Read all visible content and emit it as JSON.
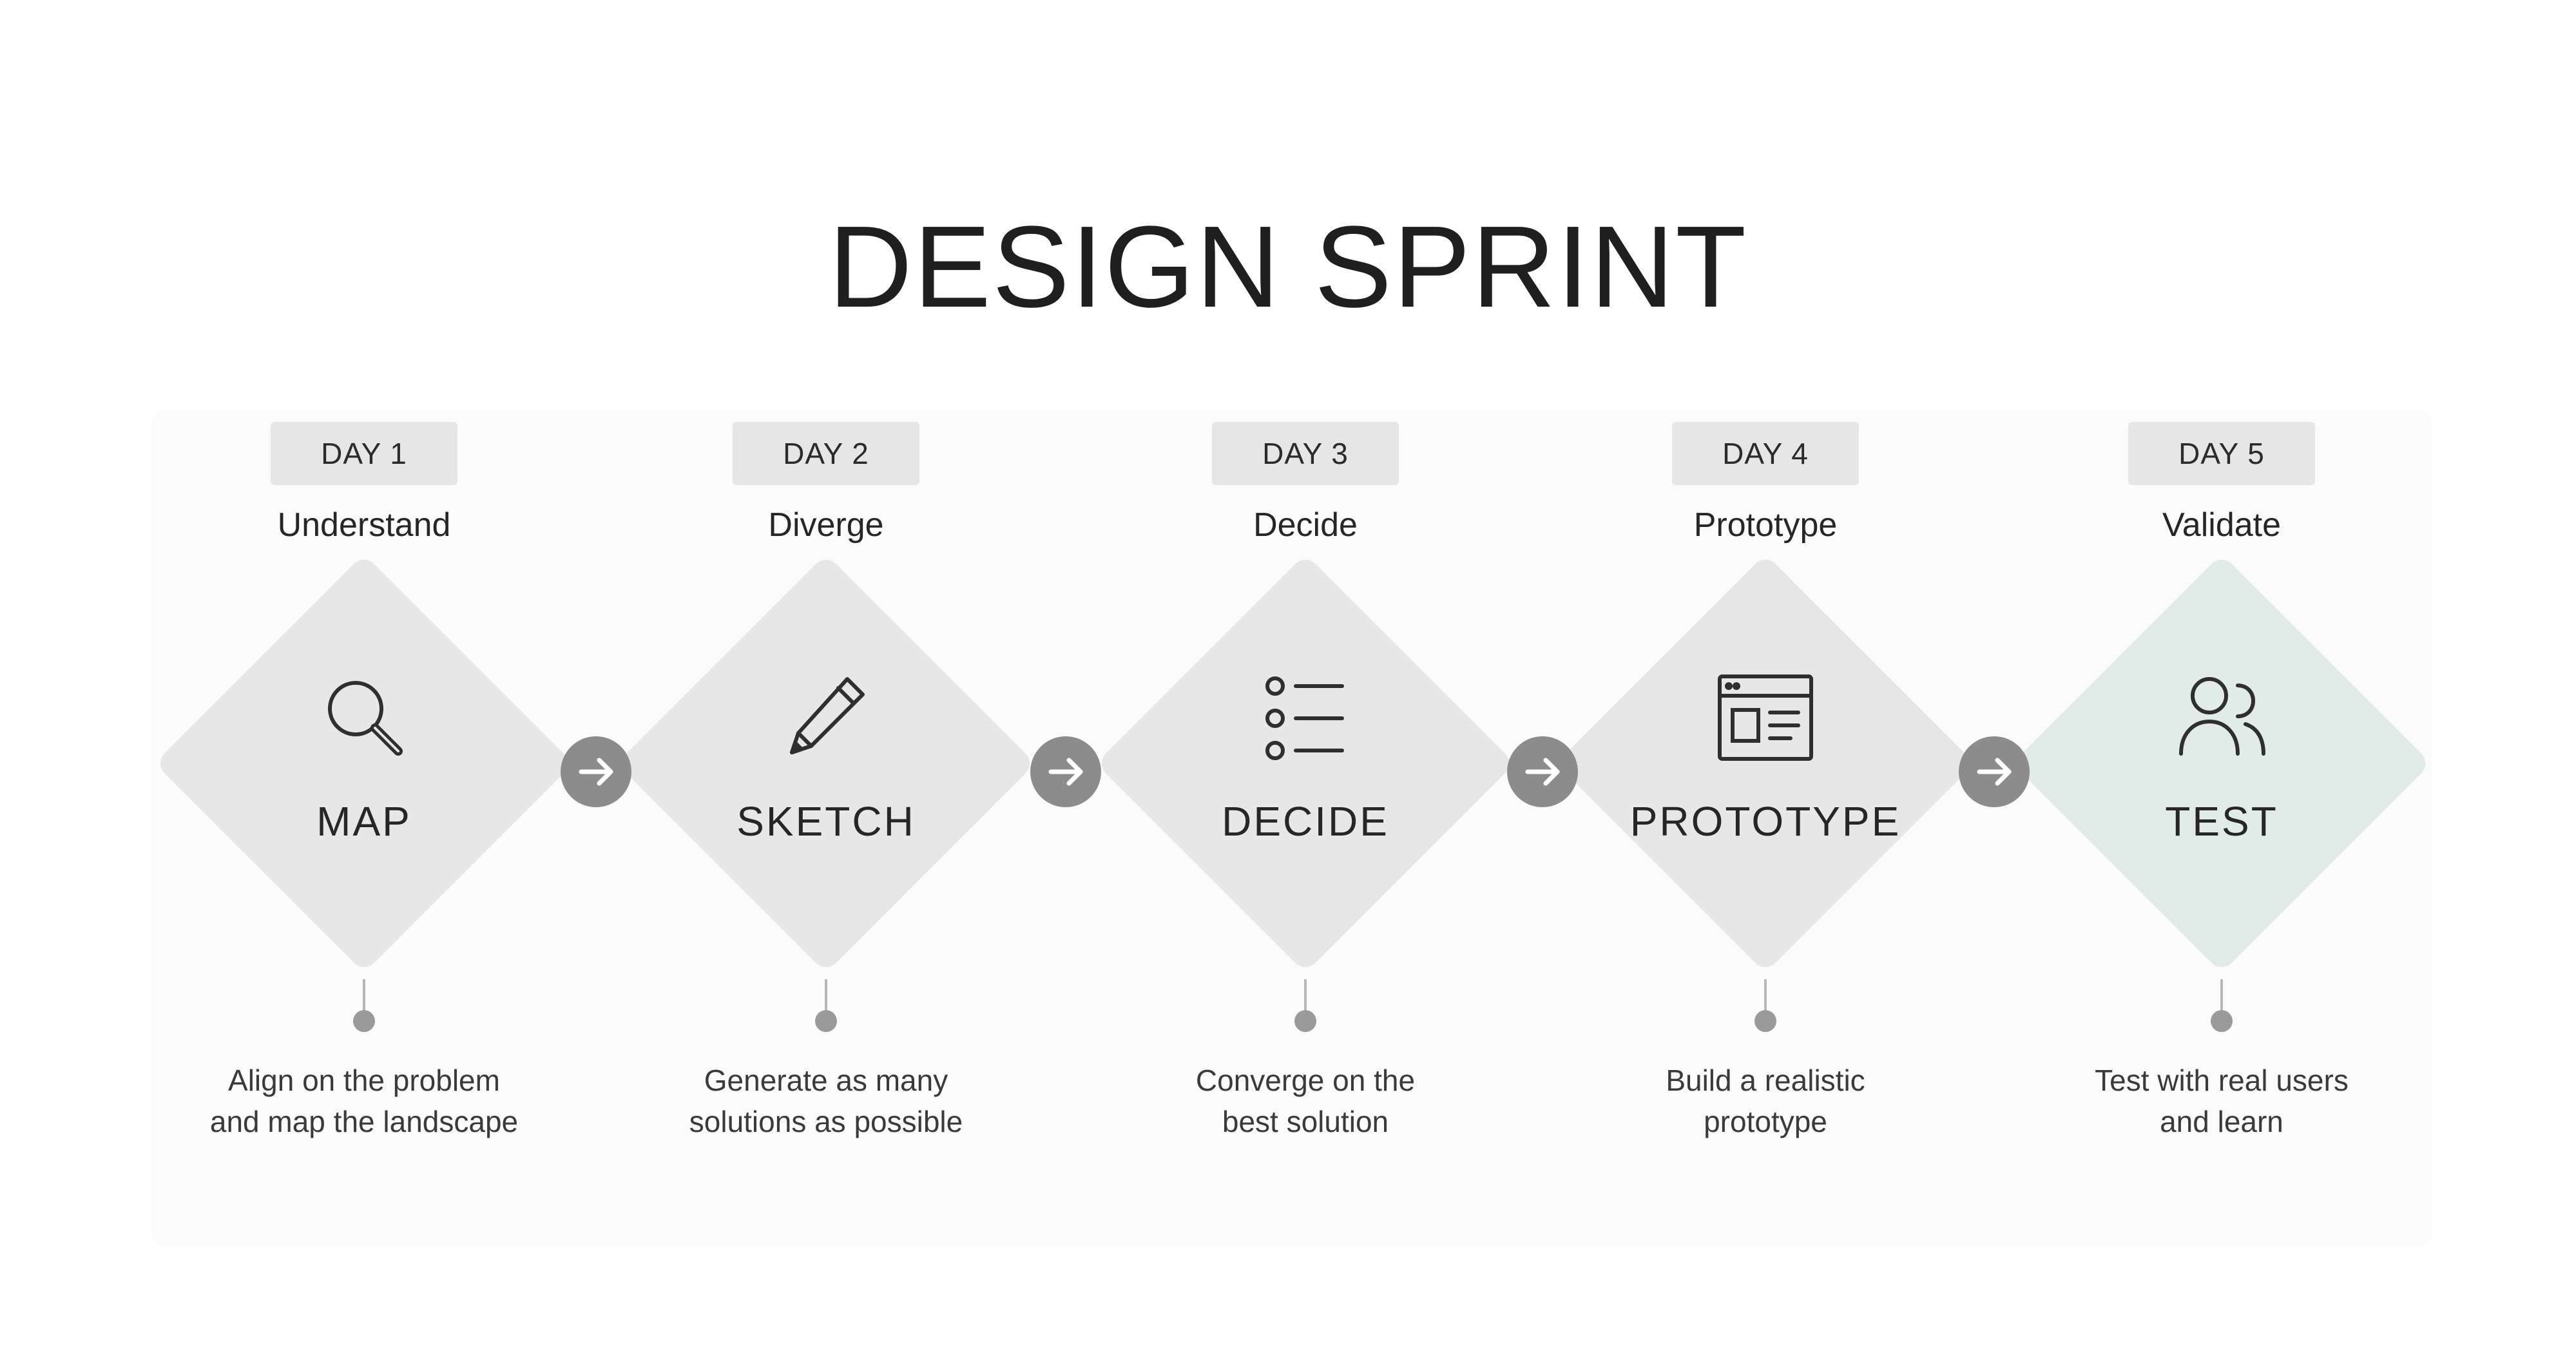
{
  "title": "DESIGN SPRINT",
  "steps": [
    {
      "day": "DAY 1",
      "phase": "Understand",
      "label": "MAP",
      "icon": "search-icon",
      "description": [
        "Align on the problem",
        "and map the landscape"
      ]
    },
    {
      "day": "DAY 2",
      "phase": "Diverge",
      "label": "SKETCH",
      "icon": "pencil-icon",
      "description": [
        "Generate as many",
        "solutions as possible"
      ]
    },
    {
      "day": "DAY 3",
      "phase": "Decide",
      "label": "DECIDE",
      "icon": "list-icon",
      "description": [
        "Converge on the",
        "best solution"
      ]
    },
    {
      "day": "DAY 4",
      "phase": "Prototype",
      "label": "PROTOTYPE",
      "icon": "browser-window-icon",
      "description": [
        "Build a realistic",
        "prototype"
      ]
    },
    {
      "day": "DAY 5",
      "phase": "Validate",
      "label": "TEST",
      "icon": "users-icon",
      "description": [
        "Test with real users",
        "and learn"
      ]
    }
  ],
  "colors": {
    "diamond": "#e7e7e7",
    "diamond_highlight": "#e1ece8",
    "badge": "#e6e6e6",
    "connector": "#8c8c8c",
    "text": "#262626"
  }
}
